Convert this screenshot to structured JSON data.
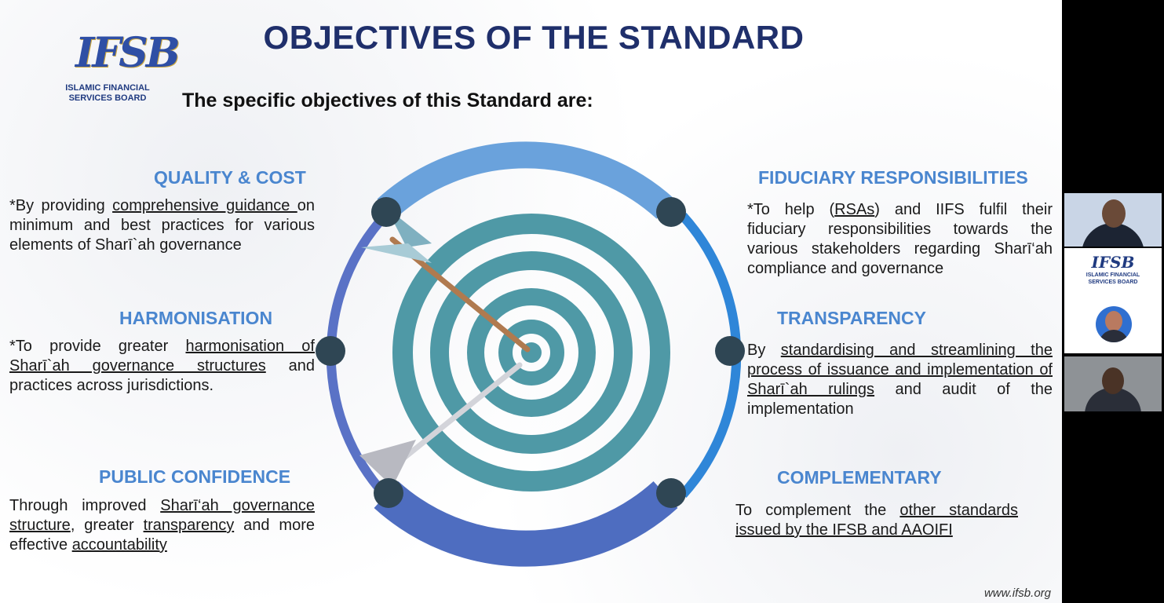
{
  "slide": {
    "title": "OBJECTIVES OF THE STANDARD",
    "subtitle": "The specific objectives of this Standard are:",
    "logo": {
      "mark": "IFSB",
      "name_line1": "ISLAMIC FINANCIAL",
      "name_line2": "SERVICES BOARD"
    },
    "footer_url": "www.ifsb.org",
    "colors": {
      "title": "#1f2f6b",
      "heading": "#4a86cf",
      "target_teal": "#4f99a6",
      "ring_blue": "#4e6dc0",
      "ring_light": "#6aa2dc",
      "dot": "#2f4654"
    },
    "objectives": [
      {
        "heading": "QUALITY & COST",
        "parts": [
          {
            "t": "*By providing "
          },
          {
            "t": "comprehensive guidance ",
            "u": true
          },
          {
            "t": "on minimum and best practices for various elements of Sharī`ah governance"
          }
        ]
      },
      {
        "heading": "HARMONISATION",
        "parts": [
          {
            "t": "*To provide greater "
          },
          {
            "t": "harmonisation of Sharī`ah governance structures",
            "u": true
          },
          {
            "t": " and practices across jurisdictions."
          }
        ]
      },
      {
        "heading": "PUBLIC CONFIDENCE",
        "parts": [
          {
            "t": "Through improved "
          },
          {
            "t": "Sharī‘ah governance structure",
            "u": true
          },
          {
            "t": ", greater "
          },
          {
            "t": "transparency",
            "u": true
          },
          {
            "t": " and more effective "
          },
          {
            "t": "accountability",
            "u": true
          }
        ]
      },
      {
        "heading": "FIDUCIARY RESPONSIBILITIES",
        "parts": [
          {
            "t": "*To help ("
          },
          {
            "t": "RSAs",
            "u": true
          },
          {
            "t": ") and IIFS fulfil their fiduciary responsibilities towards the various stakeholders regarding Sharī‘ah compliance and governance"
          }
        ]
      },
      {
        "heading": "TRANSPARENCY",
        "parts": [
          {
            "t": "By "
          },
          {
            "t": "standardising and streamlining the process of issuance and implementation of Sharī`ah rulings",
            "u": true
          },
          {
            "t": " and audit of the implementation"
          }
        ]
      },
      {
        "heading": "COMPLEMENTARY",
        "parts": [
          {
            "t": "To complement the "
          },
          {
            "t": "other standards issued by the IFSB and AAOIFI",
            "u": true
          }
        ]
      }
    ]
  },
  "participants": {
    "middle_tile": {
      "logo_mark": "IFSB",
      "logo_line1": "ISLAMIC FINANCIAL",
      "logo_line2": "SERVICES BOARD"
    }
  }
}
